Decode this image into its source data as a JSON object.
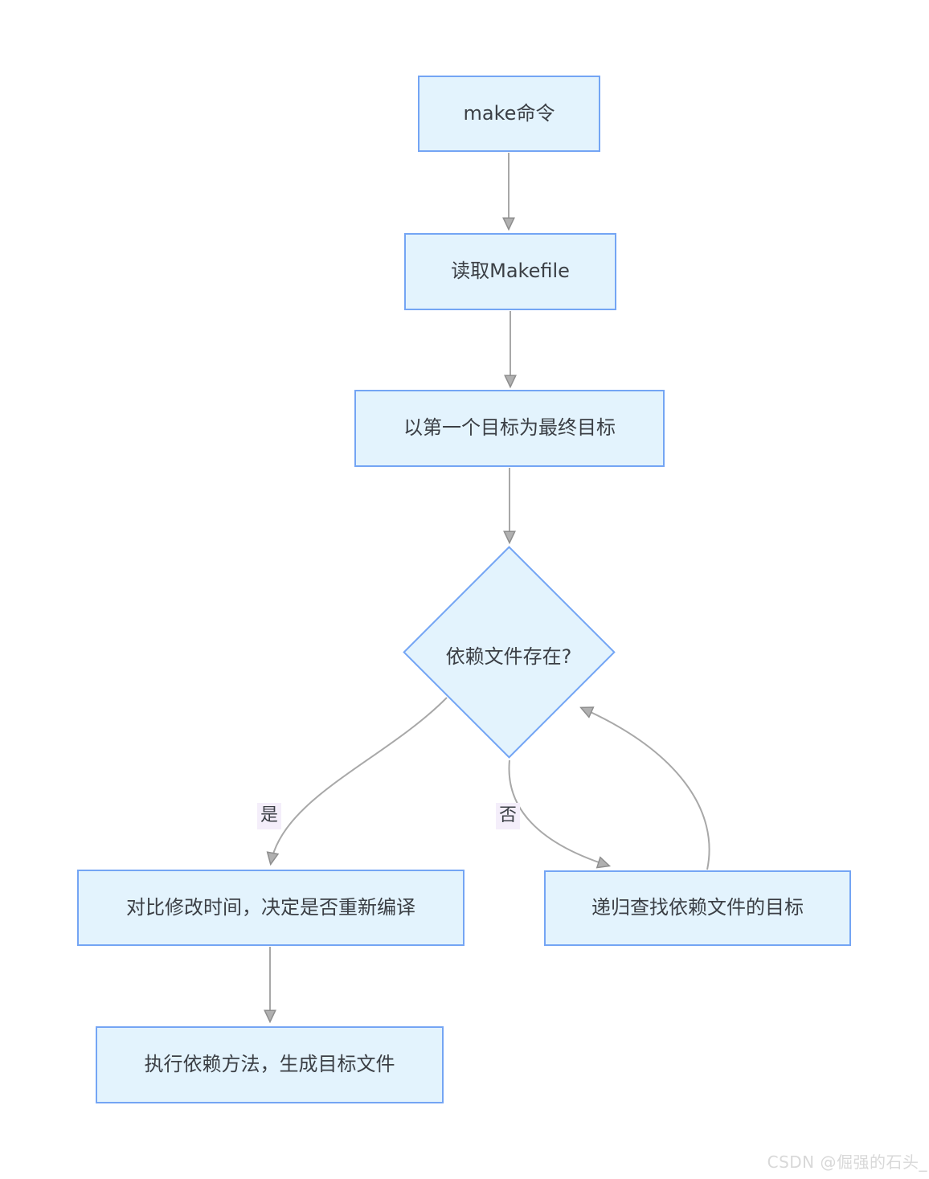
{
  "diagram": {
    "type": "flowchart",
    "nodes": {
      "start": {
        "label": "make命令",
        "shape": "rect"
      },
      "read_makefile": {
        "label": "读取Makefile",
        "shape": "rect"
      },
      "first_target": {
        "label": "以第一个目标为最终目标",
        "shape": "rect"
      },
      "dependency_exists": {
        "label": "依赖文件存在?",
        "shape": "diamond"
      },
      "compare_time": {
        "label": "对比修改时间，决定是否重新编译",
        "shape": "rect"
      },
      "recursive_find": {
        "label": "递归查找依赖文件的目标",
        "shape": "rect"
      },
      "execute_rule": {
        "label": "执行依赖方法，生成目标文件",
        "shape": "rect"
      }
    },
    "edges": [
      {
        "from": "start",
        "to": "read_makefile",
        "label": ""
      },
      {
        "from": "read_makefile",
        "to": "first_target",
        "label": ""
      },
      {
        "from": "first_target",
        "to": "dependency_exists",
        "label": ""
      },
      {
        "from": "dependency_exists",
        "to": "compare_time",
        "label": "是"
      },
      {
        "from": "dependency_exists",
        "to": "recursive_find",
        "label": "否"
      },
      {
        "from": "recursive_find",
        "to": "dependency_exists",
        "label": ""
      },
      {
        "from": "compare_time",
        "to": "execute_rule",
        "label": ""
      }
    ],
    "edge_labels": {
      "yes": "是",
      "no": "否"
    },
    "colors": {
      "node_fill": "#e3f3fd",
      "node_border": "#74a5f4",
      "arrow_line": "#a8a8a8",
      "arrowhead_fill": "#b0b0b0",
      "arrowhead_stroke": "#8e8e8e",
      "edge_label_bg": "#f4eefa",
      "text": "#3b3f45",
      "watermark_text": "#d8d8d8",
      "background": "#ffffff"
    }
  },
  "watermark": {
    "text": "CSDN @倔强的石头_"
  }
}
